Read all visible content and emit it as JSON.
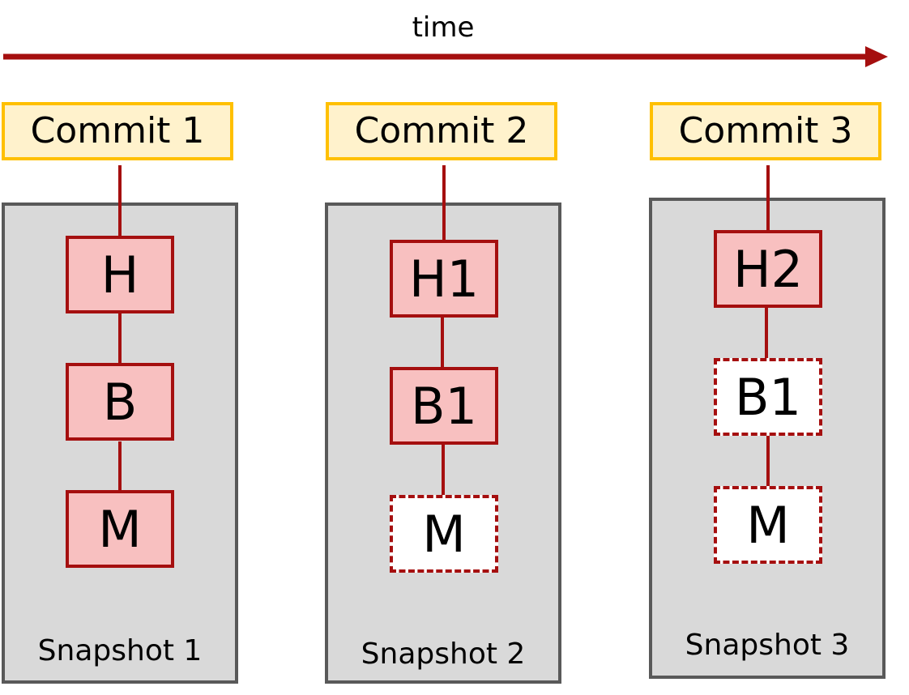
{
  "time_label": "time",
  "colors": {
    "arrow": "#a50f0f",
    "commit_fill": "#fff2cc",
    "commit_border": "#ffc000",
    "snapshot_fill": "#d9d9d9",
    "snapshot_border": "#595959",
    "node_fill": "#f8c0c0",
    "node_border": "#a50f0f"
  },
  "columns": [
    {
      "commit": "Commit 1",
      "snapshot": "Snapshot 1",
      "nodes": [
        {
          "label": "H",
          "style": "solid"
        },
        {
          "label": "B",
          "style": "solid"
        },
        {
          "label": "M",
          "style": "solid"
        }
      ]
    },
    {
      "commit": "Commit 2",
      "snapshot": "Snapshot 2",
      "nodes": [
        {
          "label": "H1",
          "style": "solid"
        },
        {
          "label": "B1",
          "style": "solid"
        },
        {
          "label": "M",
          "style": "dashed"
        }
      ]
    },
    {
      "commit": "Commit 3",
      "snapshot": "Snapshot 3",
      "nodes": [
        {
          "label": "H2",
          "style": "solid"
        },
        {
          "label": "B1",
          "style": "dashed"
        },
        {
          "label": "M",
          "style": "dashed"
        }
      ]
    }
  ]
}
